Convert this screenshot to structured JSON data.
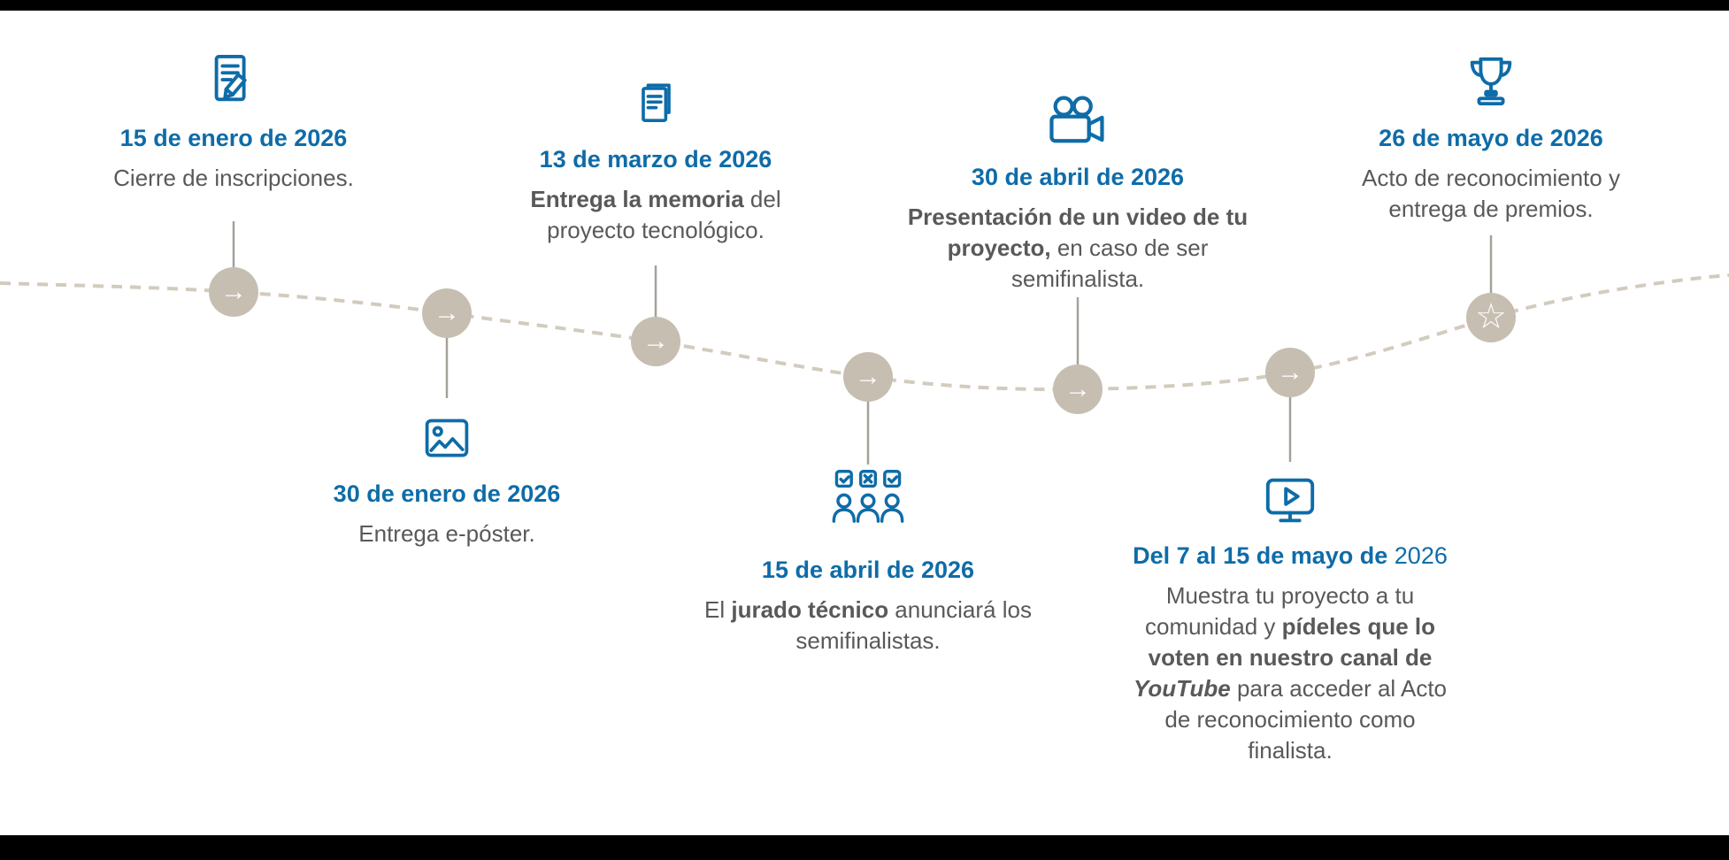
{
  "colors": {
    "accent_blue": "#0E6CA8",
    "text_gray": "#595959",
    "node_beige": "#C6BEB1",
    "dash_line": "#D2CBBE",
    "connector_gray": "#A5A199",
    "letterbox_black": "#000000"
  },
  "timeline": {
    "node_symbols": {
      "arrow": "→",
      "star": "☆"
    },
    "milestones": [
      {
        "icon": "edit-document-icon",
        "side": "top",
        "date_segments": [
          {
            "t": "15 de enero de 2026",
            "b": true
          }
        ],
        "desc_segments": [
          {
            "t": "Cierre de inscripciones.",
            "b": false
          }
        ]
      },
      {
        "icon": "image-icon",
        "side": "bottom",
        "date_segments": [
          {
            "t": "30 de enero de 2026",
            "b": true
          }
        ],
        "desc_segments": [
          {
            "t": "Entrega e-póster.",
            "b": false
          }
        ]
      },
      {
        "icon": "documents-icon",
        "side": "top",
        "date_segments": [
          {
            "t": "13 de marzo de 2026",
            "b": true
          }
        ],
        "desc_segments": [
          {
            "t": "Entrega la memoria",
            "b": true
          },
          {
            "t": " del proyecto tecnológico.",
            "b": false
          }
        ]
      },
      {
        "icon": "jury-icon",
        "side": "bottom",
        "date_segments": [
          {
            "t": "15 de abril de 2026",
            "b": true
          }
        ],
        "desc_segments": [
          {
            "t": "El ",
            "b": false
          },
          {
            "t": "jurado técnico",
            "b": true
          },
          {
            "t": " anunciará los semifinalistas.",
            "b": false
          }
        ]
      },
      {
        "icon": "video-camera-icon",
        "side": "top",
        "date_segments": [
          {
            "t": "30 de abril de 2026",
            "b": true
          }
        ],
        "desc_segments": [
          {
            "t": "Presentación de un video de tu proyecto,",
            "b": true
          },
          {
            "t": " en caso de ser semifinalista.",
            "b": false
          }
        ]
      },
      {
        "icon": "monitor-play-icon",
        "side": "bottom",
        "date_segments": [
          {
            "t": "Del 7 al 15 de mayo de ",
            "b": true
          },
          {
            "t": "2026",
            "b": false
          }
        ],
        "desc_segments": [
          {
            "t": "Muestra tu proyecto a tu comunidad y ",
            "b": false
          },
          {
            "t": "pídeles que lo voten en nuestro canal de ",
            "b": true
          },
          {
            "t": "YouTube",
            "b": true,
            "i": true
          },
          {
            "t": " para acceder al Acto de reconocimiento como finalista.",
            "b": false
          }
        ]
      },
      {
        "icon": "trophy-icon",
        "side": "top",
        "date_segments": [
          {
            "t": "26 de mayo de 2026",
            "b": true
          }
        ],
        "desc_segments": [
          {
            "t": "Acto de reconocimiento y entrega de premios.",
            "b": false
          }
        ]
      }
    ]
  }
}
